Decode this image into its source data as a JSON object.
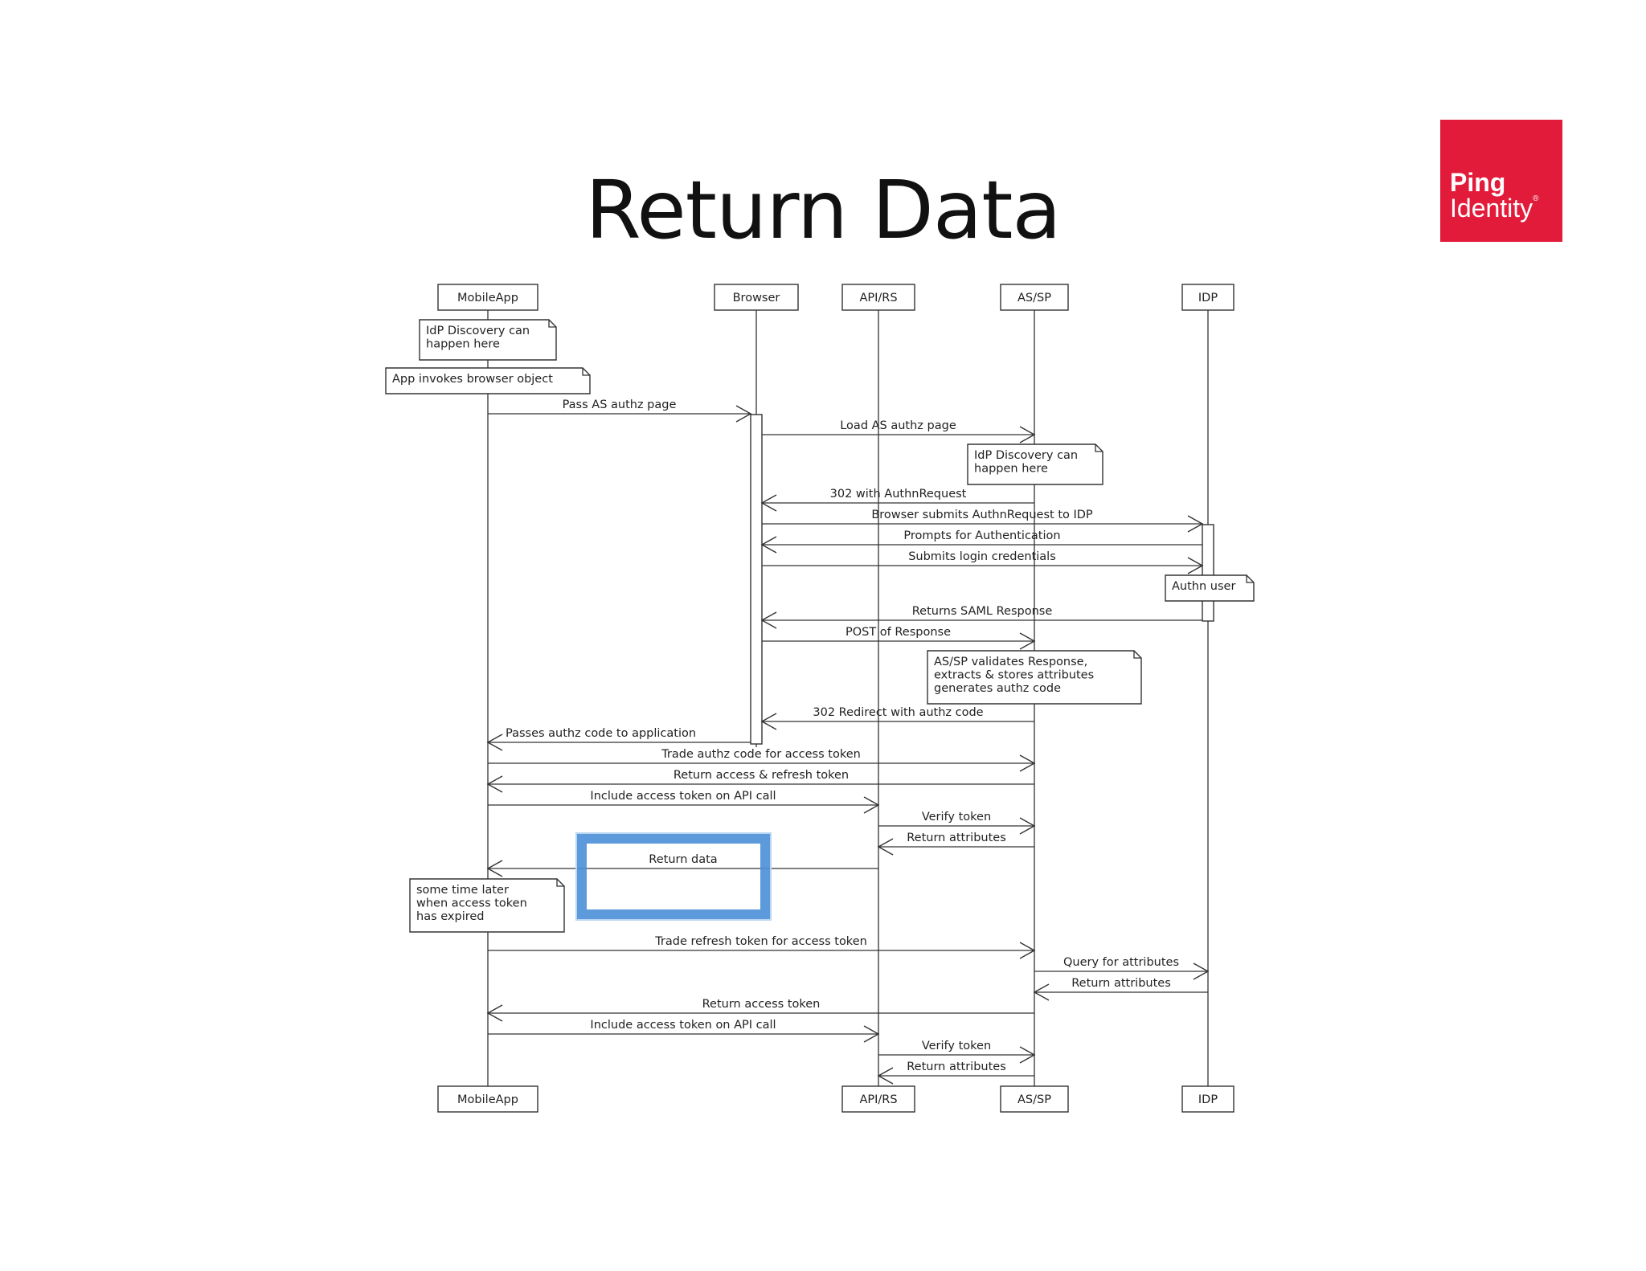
{
  "title": "Return Data",
  "brand": {
    "line1": "Ping",
    "line2": "Identity",
    "mark": "®",
    "color": "#e31b3b"
  },
  "highlight_color": "#4a8fd8",
  "participants": [
    {
      "id": "mobile",
      "label": "MobileApp"
    },
    {
      "id": "browser",
      "label": "Browser"
    },
    {
      "id": "api",
      "label": "API/RS"
    },
    {
      "id": "as",
      "label": "AS/SP"
    },
    {
      "id": "idp",
      "label": "IDP"
    }
  ],
  "notes": [
    {
      "id": "note-idp-discovery-app",
      "lines": [
        "IdP Discovery can",
        " happen here"
      ]
    },
    {
      "id": "note-app-invokes-browser",
      "lines": [
        "App invokes browser object"
      ]
    },
    {
      "id": "note-idp-discovery-as",
      "lines": [
        "IdP Discovery can",
        " happen here"
      ]
    },
    {
      "id": "note-authn-user",
      "lines": [
        "Authn user"
      ]
    },
    {
      "id": "note-as-validates",
      "lines": [
        "AS/SP validates Response,",
        " extracts & stores attributes",
        " generates authz code"
      ]
    },
    {
      "id": "note-some-time-later",
      "lines": [
        "some time later",
        " when access token",
        " has expired"
      ]
    }
  ],
  "messages": [
    {
      "label": "Pass AS authz page"
    },
    {
      "label": "Load AS authz page"
    },
    {
      "label": "302 with AuthnRequest"
    },
    {
      "label": "Browser submits AuthnRequest to IDP"
    },
    {
      "label": "Prompts for Authentication"
    },
    {
      "label": "Submits login credentials"
    },
    {
      "label": "Returns SAML Response"
    },
    {
      "label": "POST of Response"
    },
    {
      "label": "302 Redirect with authz code"
    },
    {
      "label": "Passes authz code to application"
    },
    {
      "label": "Trade authz code for access token"
    },
    {
      "label": "Return access & refresh token"
    },
    {
      "label": "Include access token on API call"
    },
    {
      "label": "Verify token"
    },
    {
      "label": "Return attributes"
    },
    {
      "label": "Return data"
    },
    {
      "label": "Trade refresh token for access token"
    },
    {
      "label": "Query for attributes"
    },
    {
      "label": "Return attributes"
    },
    {
      "label": "Return access token"
    },
    {
      "label": "Include access token on API call"
    },
    {
      "label": "Verify token"
    },
    {
      "label": "Return attributes"
    }
  ],
  "footer_participants": [
    {
      "id": "mobile",
      "label": "MobileApp"
    },
    {
      "id": "api",
      "label": "API/RS"
    },
    {
      "id": "as",
      "label": "AS/SP"
    },
    {
      "id": "idp",
      "label": "IDP"
    }
  ]
}
